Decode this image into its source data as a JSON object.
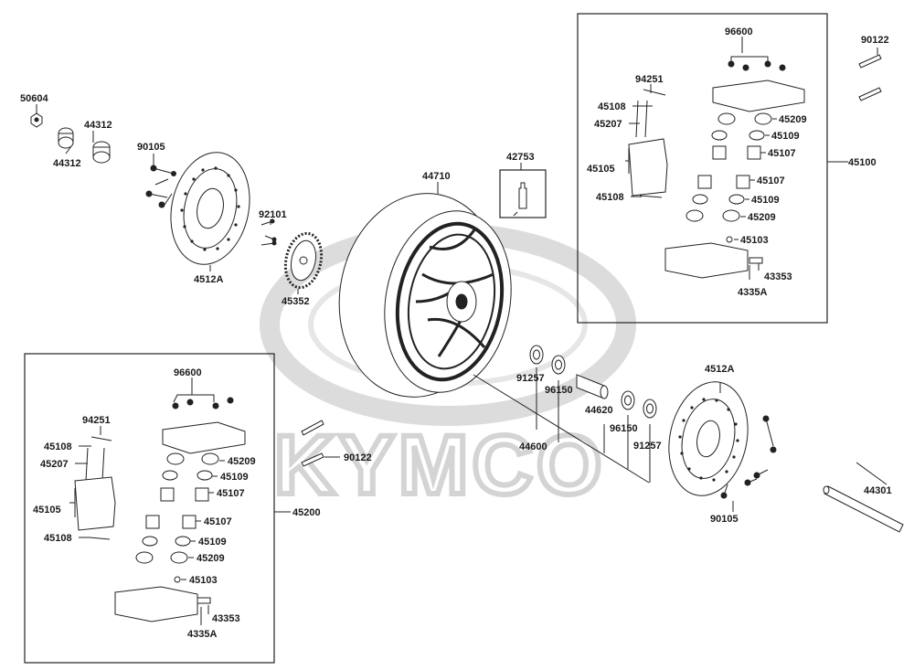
{
  "watermark": {
    "brand": "KYMCO"
  },
  "labels": {
    "p50604": "50604",
    "p44312a": "44312",
    "p44312b": "44312",
    "p90105a": "90105",
    "p4512Aa": "4512A",
    "p92101": "92101",
    "p45352": "45352",
    "p44710": "44710",
    "p42753": "42753",
    "p91257a": "91257",
    "p96150a": "96150",
    "p44620": "44620",
    "p96150b": "96150",
    "p91257b": "91257",
    "p44600": "44600",
    "p4512Ab": "4512A",
    "p90105b": "90105",
    "p44301": "44301",
    "p90122a": "90122",
    "p90122b": "90122",
    "rb_96600": "96600",
    "rb_94251": "94251",
    "rb_45108a": "45108",
    "rb_45207": "45207",
    "rb_45105": "45105",
    "rb_45108b": "45108",
    "rb_45209a": "45209",
    "rb_45109a": "45109",
    "rb_45107a": "45107",
    "rb_45107b": "45107",
    "rb_45109b": "45109",
    "rb_45209b": "45209",
    "rb_45103": "45103",
    "rb_43353": "43353",
    "rb_4335A": "4335A",
    "rb_assembly": "45100",
    "lb_96600": "96600",
    "lb_94251": "94251",
    "lb_45108a": "45108",
    "lb_45207": "45207",
    "lb_45105": "45105",
    "lb_45108b": "45108",
    "lb_45209a": "45209",
    "lb_45109a": "45109",
    "lb_45107a": "45107",
    "lb_45107b": "45107",
    "lb_45109b": "45109",
    "lb_45209b": "45209",
    "lb_45103": "45103",
    "lb_43353": "43353",
    "lb_4335A": "4335A",
    "lb_assembly": "45200"
  }
}
